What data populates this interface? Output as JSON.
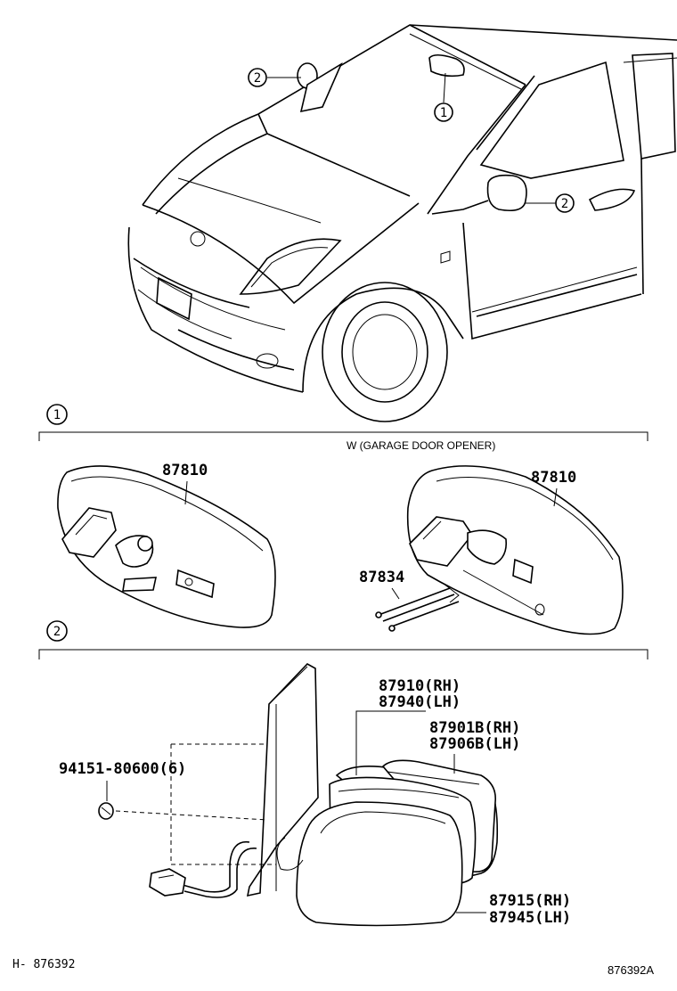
{
  "callouts": {
    "one": "1",
    "two": "2"
  },
  "section1": {
    "label": "1",
    "variant": "W (GARAGE DOOR OPENER)",
    "left_part": "87810",
    "right_part": "87810",
    "clip_part": "87834"
  },
  "section2": {
    "label": "2",
    "mirror_rh": "87910(RH)",
    "mirror_lh": "87940(LH)",
    "cover_rh": "87901B(RH)",
    "cover_lh": "87906B(LH)",
    "screw": "94151-80600(6)",
    "glass_rh": "87915(RH)",
    "glass_lh": "87945(LH)"
  },
  "footer": {
    "left_code": "H- 876392",
    "right_code": "876392A"
  }
}
